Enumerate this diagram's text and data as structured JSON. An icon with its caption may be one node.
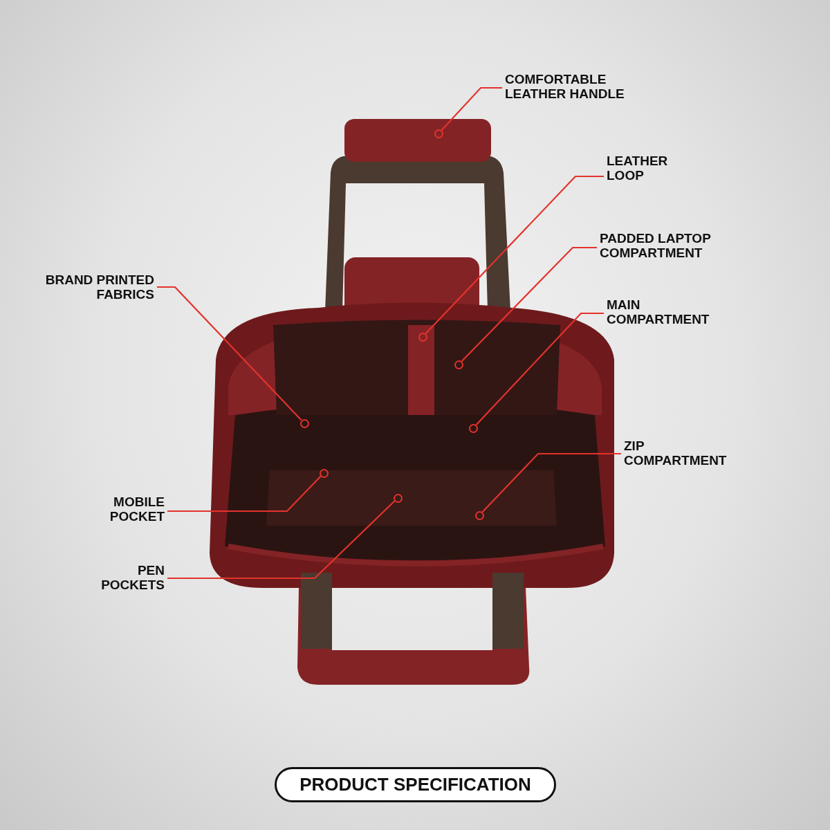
{
  "diagram": {
    "nodes": [
      {
        "text": [
          "COMFORTABLE LEATHER HANDLE"
        ]
      },
      {
        "text": [
          "LEATHER LOOP"
        ]
      },
      {
        "text": [
          "PADDED LAPTOP COMPARTMENT"
        ]
      },
      {
        "text": [
          "BRAND PRINTED FABRICS"
        ]
      },
      {
        "text": [
          "MAIN COMPARTMENT"
        ]
      },
      {
        "text": [
          "ZIP COMPARTMENT"
        ]
      },
      {
        "text": [
          "MOBILE POCKET"
        ]
      },
      {
        "text": [
          "PEN POCKETS"
        ]
      },
      {
        "text": [
          "PRODUCT SPECIFICATION"
        ]
      },
      {
        "text": [],
        "shape": "circle"
      },
      {
        "text": [],
        "shape": "circle"
      },
      {
        "text": [],
        "shape": "circle"
      },
      {
        "text": [],
        "shape": "circle"
      },
      {
        "text": [],
        "shape": "circle"
      },
      {
        "text": [],
        "shape": "circle"
      },
      {
        "text": [],
        "shape": "circle"
      },
      {
        "text": [],
        "shape": "circle"
      }
    ],
    "edges": [
      {
        "from": 0,
        "to": 9,
        "arrow": "none"
      },
      {
        "from": 1,
        "to": 10,
        "arrow": "none"
      },
      {
        "from": 2,
        "to": 11,
        "arrow": "none"
      },
      {
        "from": 3,
        "to": 12,
        "arrow": "none"
      },
      {
        "from": 4,
        "to": 13,
        "arrow": "none"
      },
      {
        "from": 5,
        "to": 16,
        "arrow": "none"
      },
      {
        "from": 6,
        "to": 14,
        "arrow": "none"
      },
      {
        "from": 7,
        "to": 15,
        "arrow": "none"
      }
    ]
  }
}
